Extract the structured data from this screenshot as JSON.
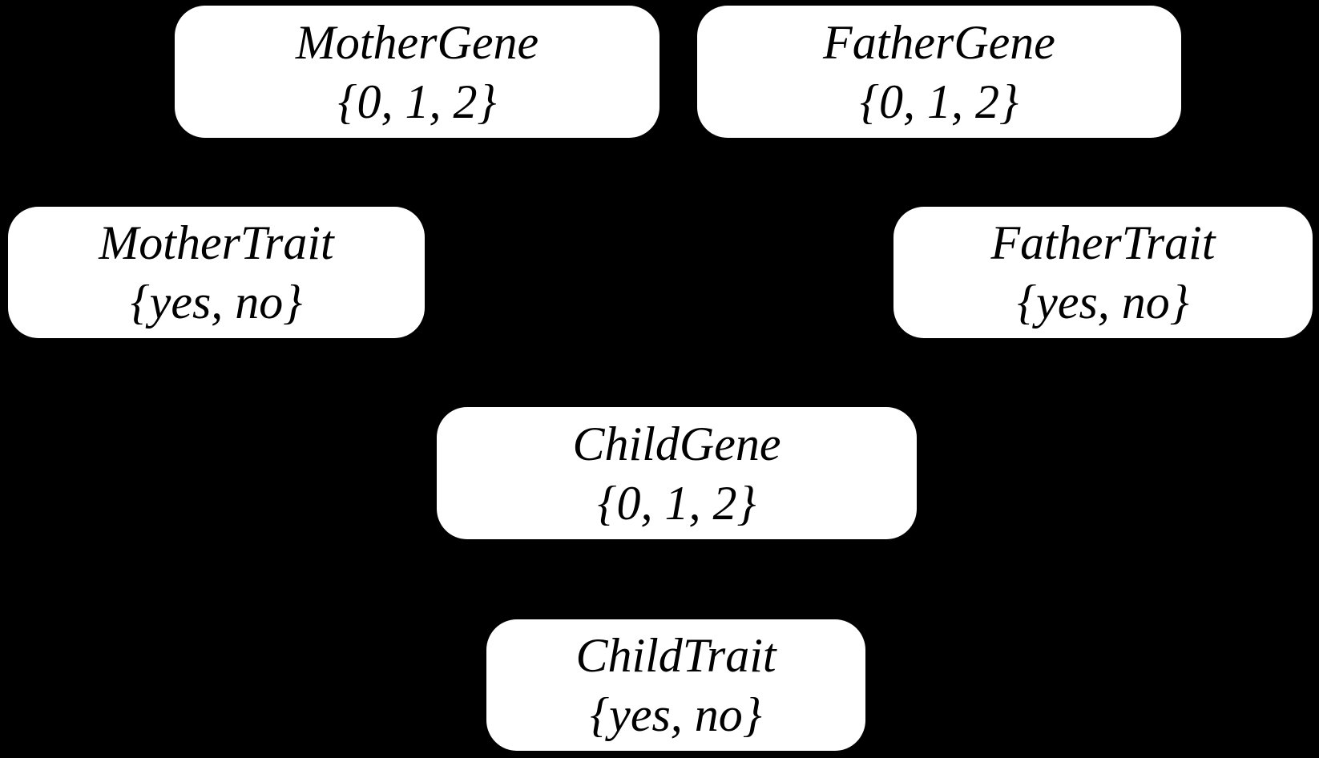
{
  "diagram": {
    "type": "bayesian-network",
    "colors": {
      "background": "#000000",
      "node_fill": "#ffffff",
      "node_text": "#000000"
    },
    "nodes": [
      {
        "id": "mother-gene",
        "label": "MotherGene",
        "values": "{0, 1, 2}"
      },
      {
        "id": "father-gene",
        "label": "FatherGene",
        "values": "{0, 1, 2}"
      },
      {
        "id": "mother-trait",
        "label": "MotherTrait",
        "values": "{yes, no}"
      },
      {
        "id": "father-trait",
        "label": "FatherTrait",
        "values": "{yes, no}"
      },
      {
        "id": "child-gene",
        "label": "ChildGene",
        "values": "{0, 1, 2}"
      },
      {
        "id": "child-trait",
        "label": "ChildTrait",
        "values": "{yes, no}"
      }
    ]
  }
}
